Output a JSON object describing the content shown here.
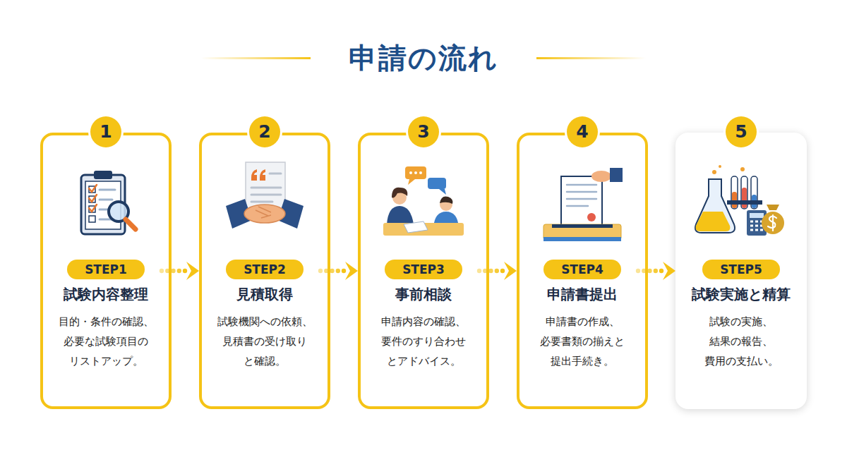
{
  "diagram": {
    "title": "申請の流れ",
    "nodes": [
      {
        "text": [
          "試験内容整理",
          "目的・条件の確認、 必要な試験項目の リストアップ。"
        ]
      },
      {
        "text": [
          "1"
        ],
        "in": 0
      },
      {
        "text": [
          "STEP1"
        ],
        "in": 0
      },
      {
        "text": [
          "見積取得",
          "試験機関への依頼、 見積書の受け取り と確認。"
        ]
      },
      {
        "text": [
          "2"
        ],
        "in": 3
      },
      {
        "text": [
          "STEP2"
        ],
        "in": 3
      },
      {
        "text": [
          "事前相談",
          "申請内容の確認、 要件のすり合わせ とアドバイス。"
        ]
      },
      {
        "text": [
          "3"
        ],
        "in": 6
      },
      {
        "text": [
          "STEP3"
        ],
        "in": 6
      },
      {
        "text": [
          "申請書提出",
          "申請書の作成、 必要書類の揃えと 提出手続き。"
        ]
      },
      {
        "text": [
          "4"
        ],
        "in": 9
      },
      {
        "text": [
          "STEP4"
        ],
        "in": 9
      },
      {
        "text": [
          "試験実施と精算",
          "試験の実施、 結果の報告、 費用の支払い。"
        ]
      },
      {
        "text": [
          "5"
        ],
        "in": 12
      },
      {
        "text": [
          "STEP5"
        ],
        "in": 12
      }
    ],
    "edges": [
      {
        "from": 0,
        "to": 3,
        "arrow": "to"
      },
      {
        "from": 3,
        "to": 6,
        "arrow": "to"
      },
      {
        "from": 6,
        "to": 9,
        "arrow": "to"
      },
      {
        "from": 9,
        "to": 12,
        "arrow": "to"
      }
    ]
  }
}
